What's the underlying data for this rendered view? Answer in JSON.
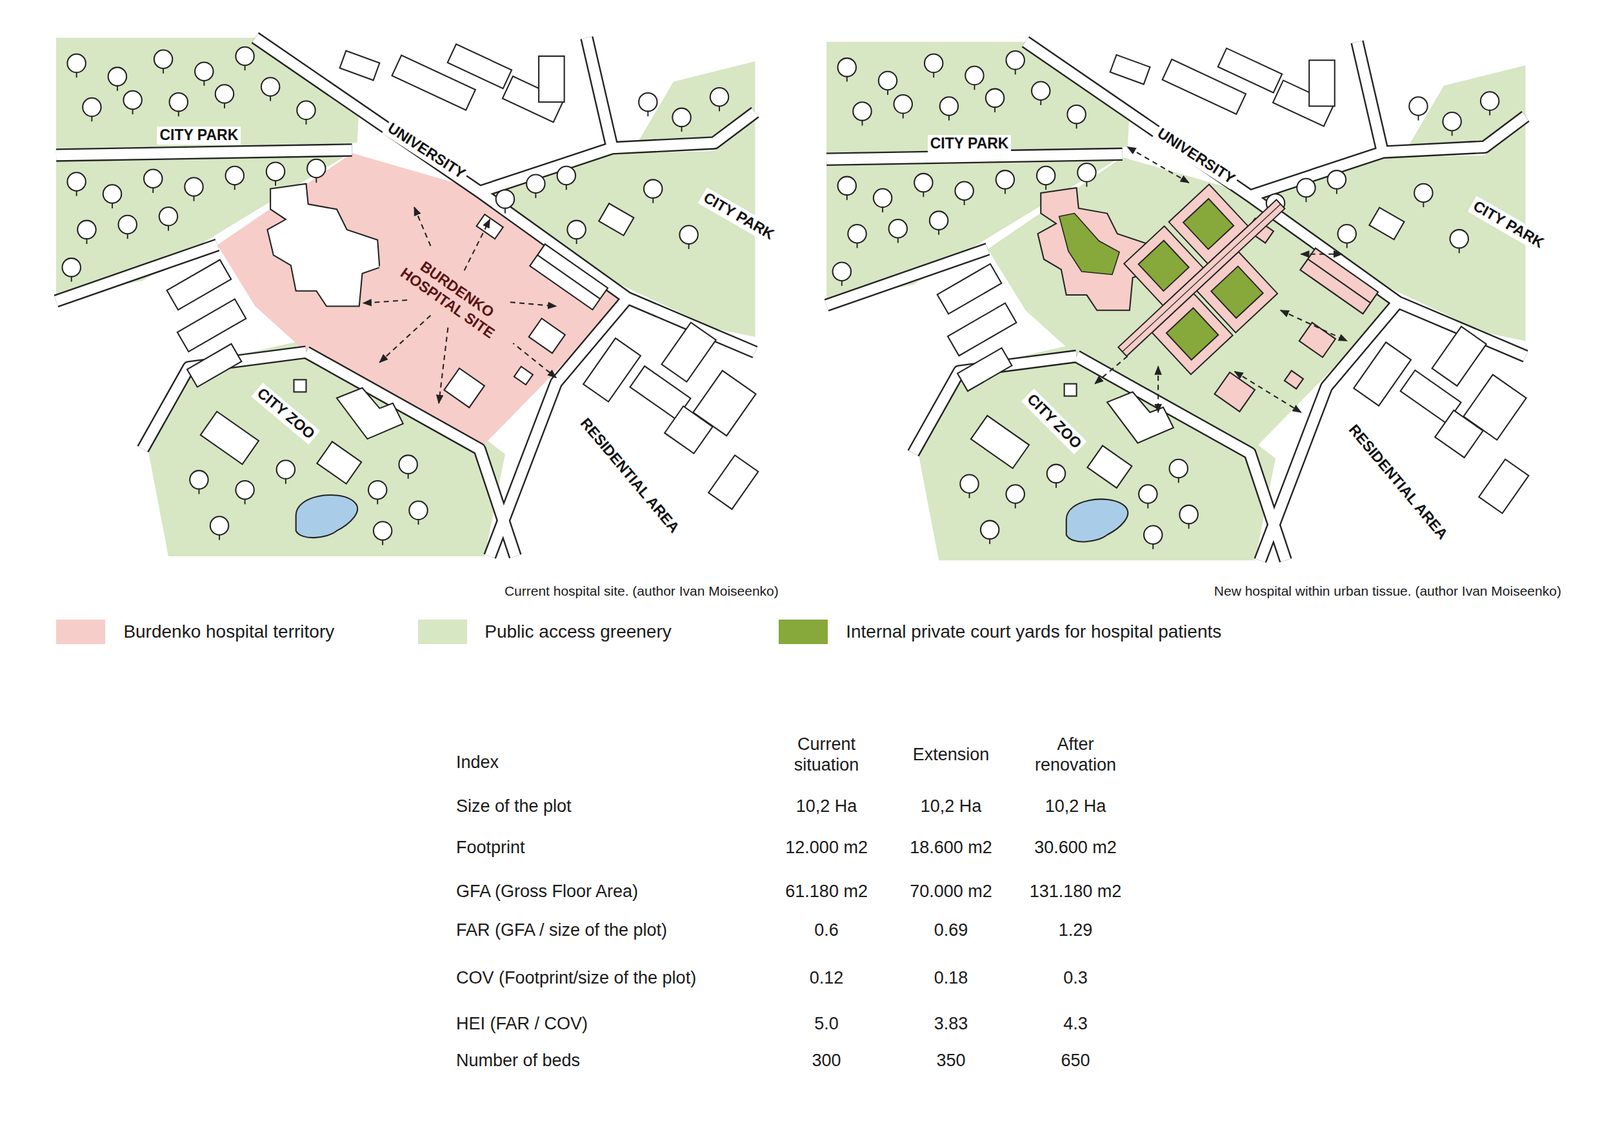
{
  "diagram": {
    "labels": [
      "CITY PARK",
      "UNIVERSITY",
      "CITY PARK",
      "BURDENKO HOSPITAL SITE",
      "CITY ZOO",
      "RESIDENTIAL AREA",
      "Current hospital site. (author Ivan Moiseenko)",
      "CITY PARK",
      "UNIVERSITY",
      "CITY PARK",
      "CITY ZOO",
      "RESIDENTIAL AREA",
      "New hospital within urban tissue. (author Ivan Moiseenko)",
      "Index",
      "Current situation",
      "Extension",
      "After renovation",
      "Size of the plot",
      "10,2 Ha",
      "10,2 Ha",
      "10,2 Ha",
      "Footprint",
      "12.000 m2",
      "18.600 m2",
      "30.600 m2",
      "GFA (Gross Floor Area)",
      "61.180 m2",
      "70.000 m2",
      "131.180 m2",
      "FAR (GFA / size of the plot)",
      "0.6",
      "0.69",
      "1.29",
      "COV (Footprint/size of the plot)",
      "0.12",
      "0.18",
      "0.3",
      "HEI (FAR / COV)",
      "5.0",
      "3.83",
      "4.3",
      "Number of beds",
      "300",
      "350",
      "650"
    ],
    "legend": [
      {
        "text": "Burdenko hospital territory",
        "color": "#f6cdc8"
      },
      {
        "text": "Public access greenery",
        "color": "#d7e6c3"
      },
      {
        "text": "Internal private court yards for hospital patients",
        "color": "#87a83a"
      }
    ]
  }
}
